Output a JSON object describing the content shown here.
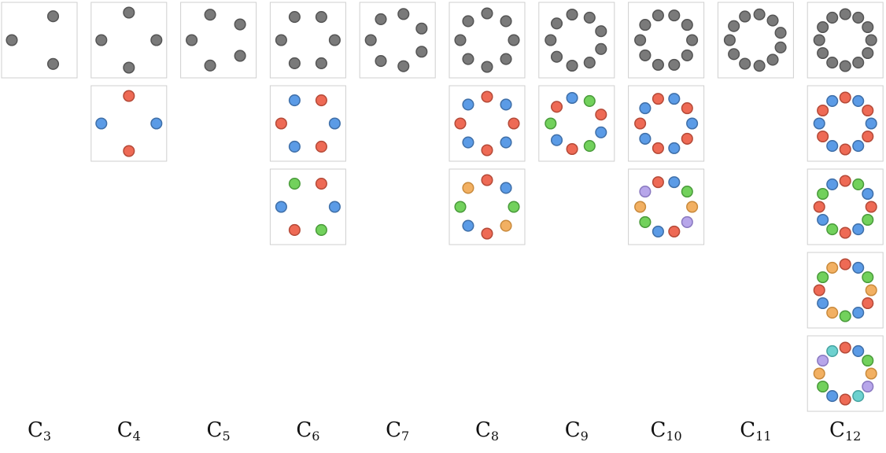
{
  "palette": {
    "gray": "#7a7a7a",
    "blue": "#5b9be6",
    "red": "#ee6a55",
    "green": "#72d15c",
    "orange": "#f2b062",
    "purple": "#b7a6ea",
    "teal": "#6dd1cf"
  },
  "columns": [
    {
      "label_main": "C",
      "label_sub": "3",
      "n": 3,
      "boxes": [
        [
          "gray",
          "gray",
          "gray"
        ]
      ]
    },
    {
      "label_main": "C",
      "label_sub": "4",
      "n": 4,
      "boxes": [
        [
          "gray",
          "gray",
          "gray",
          "gray"
        ],
        [
          "blue",
          "red",
          "blue",
          "red"
        ]
      ]
    },
    {
      "label_main": "C",
      "label_sub": "5",
      "n": 5,
      "boxes": [
        [
          "gray",
          "gray",
          "gray",
          "gray",
          "gray"
        ]
      ]
    },
    {
      "label_main": "C",
      "label_sub": "6",
      "n": 6,
      "boxes": [
        [
          "gray",
          "gray",
          "gray",
          "gray",
          "gray",
          "gray"
        ],
        [
          "blue",
          "red",
          "blue",
          "red",
          "blue",
          "red"
        ],
        [
          "blue",
          "green",
          "red",
          "blue",
          "green",
          "red"
        ]
      ]
    },
    {
      "label_main": "C",
      "label_sub": "7",
      "n": 7,
      "boxes": [
        [
          "gray",
          "gray",
          "gray",
          "gray",
          "gray",
          "gray",
          "gray"
        ]
      ]
    },
    {
      "label_main": "C",
      "label_sub": "8",
      "n": 8,
      "boxes": [
        [
          "gray",
          "gray",
          "gray",
          "gray",
          "gray",
          "gray",
          "gray",
          "gray"
        ],
        [
          "red",
          "blue",
          "red",
          "blue",
          "red",
          "blue",
          "red",
          "blue"
        ],
        [
          "green",
          "orange",
          "red",
          "blue",
          "green",
          "orange",
          "red",
          "blue"
        ]
      ]
    },
    {
      "label_main": "C",
      "label_sub": "9",
      "n": 9,
      "boxes": [
        [
          "gray",
          "gray",
          "gray",
          "gray",
          "gray",
          "gray",
          "gray",
          "gray",
          "gray"
        ],
        [
          "green",
          "red",
          "blue",
          "green",
          "red",
          "blue",
          "green",
          "red",
          "blue"
        ]
      ]
    },
    {
      "label_main": "C",
      "label_sub": "10",
      "n": 10,
      "boxes": [
        [
          "gray",
          "gray",
          "gray",
          "gray",
          "gray",
          "gray",
          "gray",
          "gray",
          "gray",
          "gray"
        ],
        [
          "blue",
          "red",
          "blue",
          "red",
          "blue",
          "red",
          "blue",
          "red",
          "blue",
          "red"
        ],
        [
          "orange",
          "purple",
          "red",
          "blue",
          "green",
          "orange",
          "purple",
          "red",
          "blue",
          "green"
        ]
      ]
    },
    {
      "label_main": "C",
      "label_sub": "11",
      "n": 11,
      "boxes": [
        [
          "gray",
          "gray",
          "gray",
          "gray",
          "gray",
          "gray",
          "gray",
          "gray",
          "gray",
          "gray",
          "gray"
        ]
      ]
    },
    {
      "label_main": "C",
      "label_sub": "12",
      "n": 12,
      "boxes": [
        [
          "gray",
          "gray",
          "gray",
          "gray",
          "gray",
          "gray",
          "gray",
          "gray",
          "gray",
          "gray",
          "gray",
          "gray"
        ],
        [
          "blue",
          "red",
          "blue",
          "red",
          "blue",
          "red",
          "blue",
          "red",
          "blue",
          "red",
          "blue",
          "red"
        ],
        [
          "red",
          "green",
          "blue",
          "red",
          "green",
          "blue",
          "red",
          "green",
          "blue",
          "red",
          "green",
          "blue"
        ],
        [
          "orange",
          "red",
          "blue",
          "green",
          "orange",
          "blue",
          "red",
          "green",
          "orange",
          "red",
          "blue",
          "green"
        ],
        [
          "orange",
          "purple",
          "teal",
          "red",
          "blue",
          "green",
          "orange",
          "purple",
          "teal",
          "red",
          "blue",
          "green"
        ]
      ]
    }
  ]
}
